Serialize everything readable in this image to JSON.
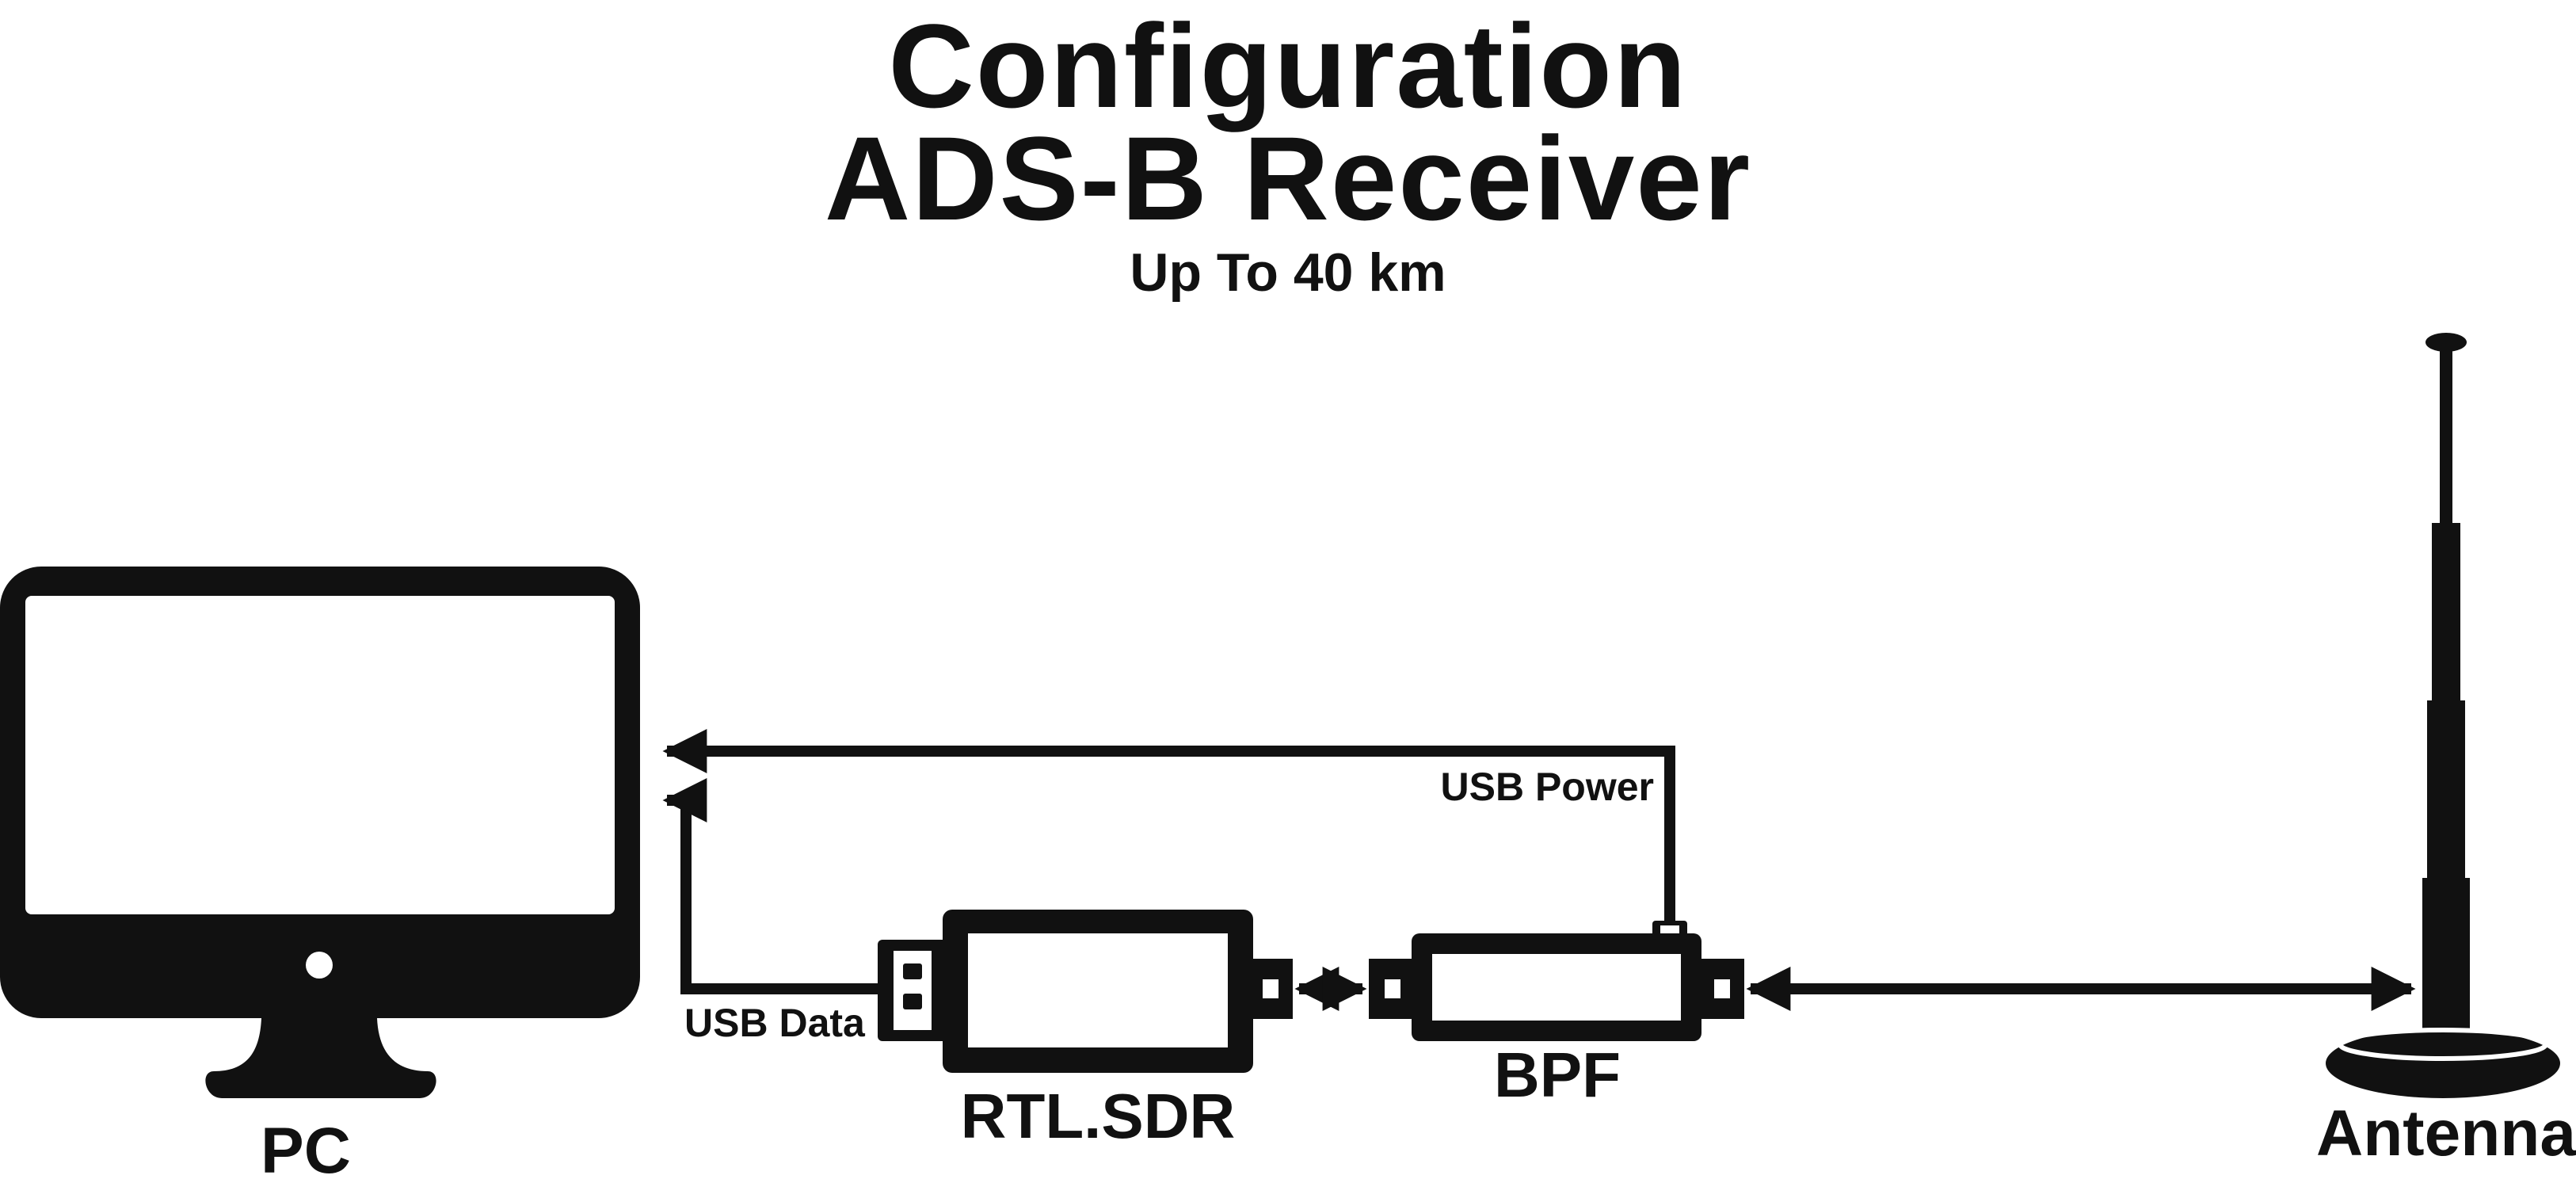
{
  "title": {
    "line1": "Configuration",
    "line2": "ADS-B Receiver",
    "subtitle": "Up To 40 km"
  },
  "devices": {
    "pc": "PC",
    "rtl_sdr": "RTL.SDR",
    "bpf": "BPF",
    "antenna": "Antenna"
  },
  "connections": {
    "usb_power": "USB Power",
    "usb_data": "USB Data"
  },
  "colors": {
    "ink": "#111111",
    "background": "#ffffff"
  }
}
